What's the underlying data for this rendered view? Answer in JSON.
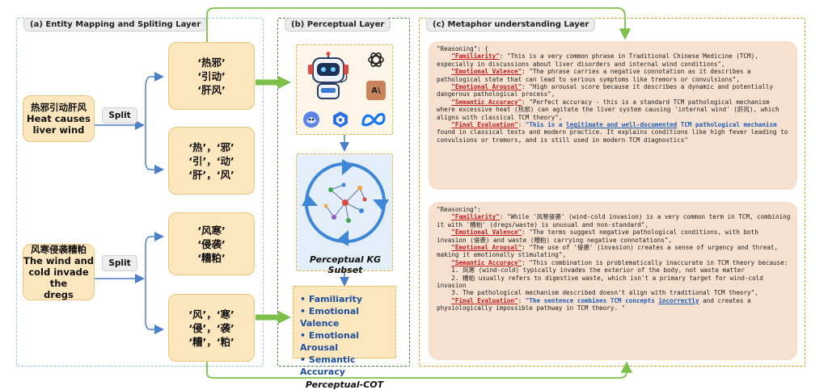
{
  "panels": {
    "a": {
      "title": "(a) Entity Mapping and Spliting Layer"
    },
    "b": {
      "title": "(b) Perceptual Layer"
    },
    "c": {
      "title": "(c) Metaphor understanding Layer"
    }
  },
  "examples": [
    {
      "source_zh": "热邪引动肝风",
      "source_en_1": "Heat causes",
      "source_en_2": "liver wind",
      "split_label": "Split",
      "words": [
        "‘热邪’",
        "‘引动’",
        "‘肝风’"
      ],
      "chars": [
        [
          "‘热’",
          "‘邪’"
        ],
        [
          "‘引’",
          "‘动’"
        ],
        [
          "‘肝’",
          "‘风’"
        ]
      ]
    },
    {
      "source_zh": "风寒侵袭糟粕",
      "source_en_1": "The wind and",
      "source_en_2": "cold invade the",
      "source_en_3": "dregs",
      "split_label": "Split",
      "words": [
        "‘风寒’",
        "‘侵袭’",
        "‘糟粕’"
      ],
      "chars": [
        [
          "‘风’",
          "‘寒’"
        ],
        [
          "‘侵’",
          "‘袭’"
        ],
        [
          "‘糟’",
          "‘粕’"
        ]
      ]
    }
  ],
  "perceptual": {
    "kg_caption": "Perceptual KG Subset",
    "cot_caption": "Perceptual-COT",
    "features": [
      "Familiarity",
      "Emotional Valence",
      "Emotional Arousal",
      "Semantic Accuracy"
    ],
    "anthropic_glyph": "A\\",
    "icons": [
      "robot-icon",
      "openai-icon",
      "anthropic-icon",
      "llama-icon",
      "cube-icon",
      "meta-icon",
      "cycle-arrows-icon",
      "knowledge-graph-icon"
    ]
  },
  "reasoning": [
    {
      "open": "\"Reasoning\": {",
      "fam_key": "\"Familiarity\"",
      "fam_text": ": \"This is a very common phrase in Traditional Chinese Medicine (TCM), especially in discussions about liver disorders and internal wind conditions\",",
      "val_key": "\"Emotional Valence\"",
      "val_text": ": \"The phrase carries a negative connotation as it describes a pathological state that can lead to serious symptoms like tremors or convulsions\",",
      "aro_key": "\"Emotional Arousal\"",
      "aro_text": ": \"High arousal score because it describes a dynamic and potentially dangerous pathological process\",",
      "acc_key": "\"Semantic Accuracy\"",
      "acc_text": ": \"Perfect accuracy - this is a standard TCM pathological mechanism where excessive heat (热邪) can agitate the liver system causing 'internal wind' (肝风), which aligns with classical TCM theory\",",
      "final_key": "\"Final Evaluation\"",
      "final_sep": ": ",
      "final_blue": "\"This is a ",
      "final_blue_ul": "legitimate and well-documented",
      "final_blue_2": " TCM pathological mechanism",
      "final_rest": " found in classical texts and modern practice. It explains conditions like high fever leading to convulsions or tremors, and is still used in modern TCM diagnostics\""
    },
    {
      "open": "\"Reasoning\":",
      "fam_key": "\"Familiarity\"",
      "fam_text": ": \"While '风寒侵袭' (wind-cold invasion) is a very common term in TCM, combining it with '糟粕' (dregs/waste) is unusual and non-standard\",",
      "val_key": "\"Emotional Valence\"",
      "val_text": ": \"The terms suggest negative pathological conditions, with both invasion (侵袭) and waste (糟粕) carrying negative connotations\",",
      "aro_key": "\"Emotional Arousal\"",
      "aro_text": ": \"The use of '侵袭' (invasion) creates a sense of urgency and threat, making it emotionally stimulating\",",
      "acc_key": "\"Semantic Accuracy\"",
      "acc_text": ": \"This combination is problematically inaccurate in TCM theory because:",
      "points": [
        "    1. 风寒 (wind-cold) typically invades the exterior of the body, not waste matter",
        "    2. 糟粕 usually refers to digestive waste, which isn't a primary target for wind-cold invasion",
        "    3. The pathological mechanism described doesn't align with traditional TCM theory\","
      ],
      "final_key": "\"Final Evaluation\"",
      "final_sep": ": ",
      "final_blue": "\"The sentence combines TCM concepts ",
      "final_blue_ul": "incorrectly",
      "final_rest": " and creates a physiologically impossible pathway in TCM theory. \""
    }
  ],
  "colors": {
    "panel_a_border": "#9cc3e6",
    "panel_b_border": "#4f7f3f",
    "panel_c_border": "#d9a21b",
    "arrow_blue": "#4a7fc9",
    "arrow_green": "#7cc04a",
    "box_fill": "#fbe6bd",
    "reason_fill": "#f6e0cf"
  }
}
